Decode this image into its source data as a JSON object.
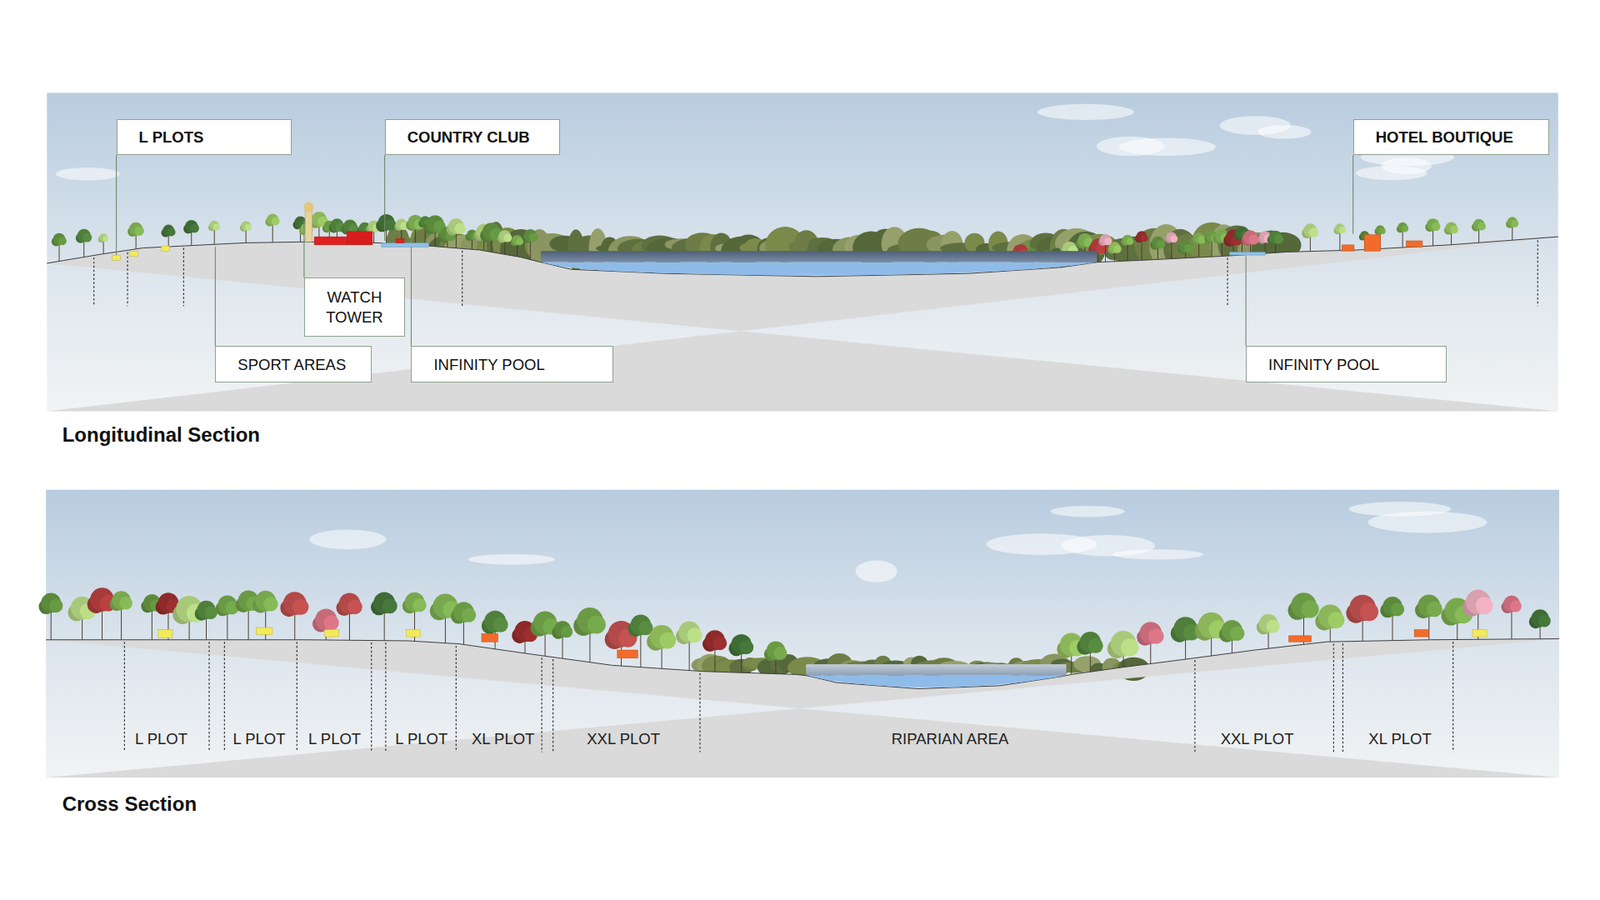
{
  "diagram": {
    "nodes": [
      {
        "text": [
          "L PLOTS"
        ]
      },
      {
        "text": [
          "COUNTRY CLUB"
        ]
      },
      {
        "text": [
          "HOTEL BOUTIQUE"
        ]
      },
      {
        "text": [
          "WATCH TOWER"
        ]
      },
      {
        "text": [
          "SPORT AREAS"
        ]
      },
      {
        "text": [
          "INFINITY POOL"
        ]
      },
      {
        "text": [
          "INFINITY POOL"
        ]
      }
    ],
    "labels": [
      "Longitudinal Section",
      "L PLOT",
      "L PLOT",
      "L PLOT",
      "L PLOT",
      "XL PLOT",
      "XXL PLOT",
      "RIPARIAN AREA",
      "XXL PLOT",
      "XL PLOT",
      "Cross Section"
    ]
  }
}
